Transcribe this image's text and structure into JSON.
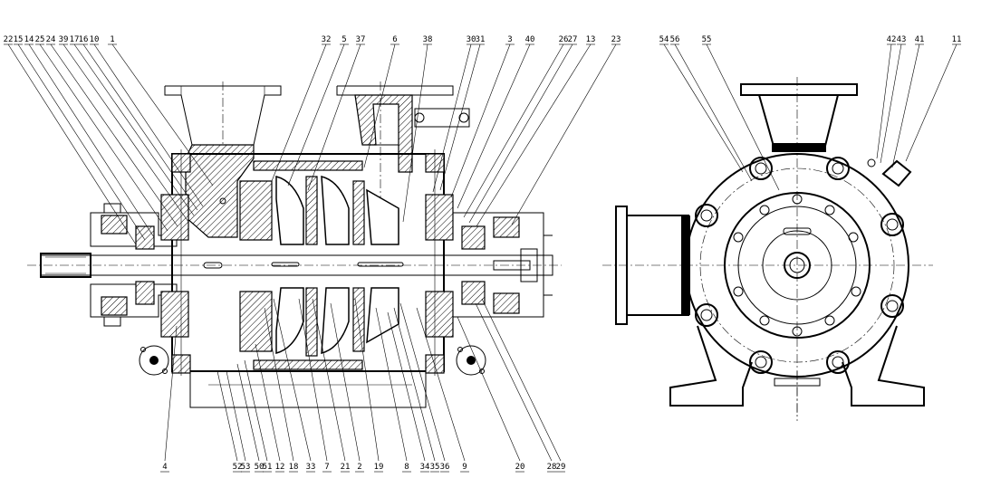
{
  "drawing": {
    "section_labels_top": [
      "22",
      "15",
      "14",
      "25",
      "24",
      "39",
      "17",
      "16",
      "10",
      "1",
      "32",
      "5",
      "37",
      "6",
      "38",
      "30",
      "31",
      "3",
      "40",
      "26",
      "27",
      "13",
      "23"
    ],
    "section_labels_bottom": [
      "4",
      "52",
      "53",
      "50",
      "51",
      "12",
      "18",
      "33",
      "7",
      "21",
      "2",
      "19",
      "8",
      "34",
      "35",
      "36",
      "9",
      "20",
      "28",
      "29"
    ],
    "end_view_labels_top": [
      "54",
      "56",
      "55",
      "42",
      "43",
      "41",
      "11"
    ]
  }
}
